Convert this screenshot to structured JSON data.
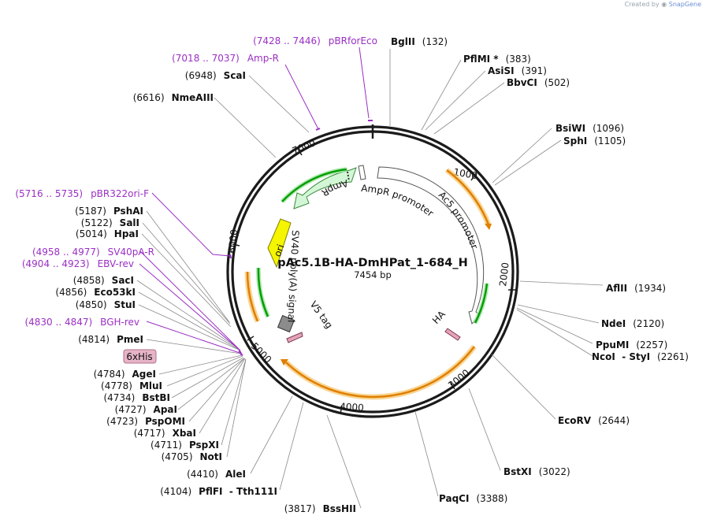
{
  "watermark": {
    "prefix": "Created by",
    "brand": "SnapGene"
  },
  "plasmid": {
    "name": "pAc5.1B-HA-DmHPat_1-684_H",
    "length_label": "7454 bp",
    "length": 7454
  },
  "ticks": [
    "1000",
    "2000",
    "3000",
    "4000",
    "5000",
    "6000",
    "7000"
  ],
  "colors": {
    "primer": "#9b2fc4",
    "backbone": "#1b1b1b",
    "cds": "#e07f00",
    "marker": "#00a000",
    "ori": "#f5f500",
    "ampr": "#d3f7d6"
  },
  "sites": [
    {
      "name": "BglII",
      "pos": "(132)"
    },
    {
      "name": "PflMI *",
      "pos": "(383)"
    },
    {
      "name": "AsiSI",
      "pos": "(391)"
    },
    {
      "name": "BbvCI",
      "pos": "(502)"
    },
    {
      "name": "BsiWI",
      "pos": "(1096)"
    },
    {
      "name": "SphI",
      "pos": "(1105)"
    },
    {
      "name": "AflII",
      "pos": "(1934)"
    },
    {
      "name": "NdeI",
      "pos": "(2120)"
    },
    {
      "name": "PpuMI",
      "pos": "(2257)"
    },
    {
      "name": "NcoI  - StyI",
      "pos": "(2261)"
    },
    {
      "name": "EcoRV",
      "pos": "(2644)"
    },
    {
      "name": "BstXI",
      "pos": "(3022)"
    },
    {
      "name": "PaqCI",
      "pos": "(3388)"
    },
    {
      "name": "BssHII",
      "pos": "(3817)"
    },
    {
      "name": "PflFI  - Tth111I",
      "pos": "(4104)"
    },
    {
      "name": "AleI",
      "pos": "(4410)"
    },
    {
      "name": "NotI",
      "pos": "(4705)"
    },
    {
      "name": "PspXI",
      "pos": "(4711)"
    },
    {
      "name": "XbaI",
      "pos": "(4717)"
    },
    {
      "name": "PspOMI",
      "pos": "(4723)"
    },
    {
      "name": "ApaI",
      "pos": "(4727)"
    },
    {
      "name": "BstBI",
      "pos": "(4734)"
    },
    {
      "name": "MluI",
      "pos": "(4778)"
    },
    {
      "name": "AgeI",
      "pos": "(4784)"
    },
    {
      "name": "PmeI",
      "pos": "(4814)"
    },
    {
      "name": "StuI",
      "pos": "(4850)"
    },
    {
      "name": "Eco53kI",
      "pos": "(4856)"
    },
    {
      "name": "SacI",
      "pos": "(4858)"
    },
    {
      "name": "HpaI",
      "pos": "(5014)"
    },
    {
      "name": "SalI",
      "pos": "(5122)"
    },
    {
      "name": "PshAI",
      "pos": "(5187)"
    },
    {
      "name": "NmeAIII",
      "pos": "(6616)"
    },
    {
      "name": "ScaI",
      "pos": "(6948)"
    }
  ],
  "primers": [
    {
      "name": "pBRforEco",
      "range": "(7428 .. 7446)"
    },
    {
      "name": "Amp-R",
      "range": "(7018 .. 7037)"
    },
    {
      "name": "pBR322ori-F",
      "range": "(5716 .. 5735)"
    },
    {
      "name": "SV40pA-R",
      "range": "(4958 .. 4977)"
    },
    {
      "name": "EBV-rev",
      "range": "(4904 .. 4923)"
    },
    {
      "name": "BGH-rev",
      "range": "(4830 .. 4847)"
    }
  ],
  "features": {
    "ampr": "AmpR",
    "ampr_promoter": "AmpR promoter",
    "ac5_promoter": "Ac5 promoter",
    "ori": "ori",
    "sv40": "SV40 poly(A) signal",
    "v5": "V5 tag",
    "ha": "HA",
    "his": "6xHis"
  }
}
